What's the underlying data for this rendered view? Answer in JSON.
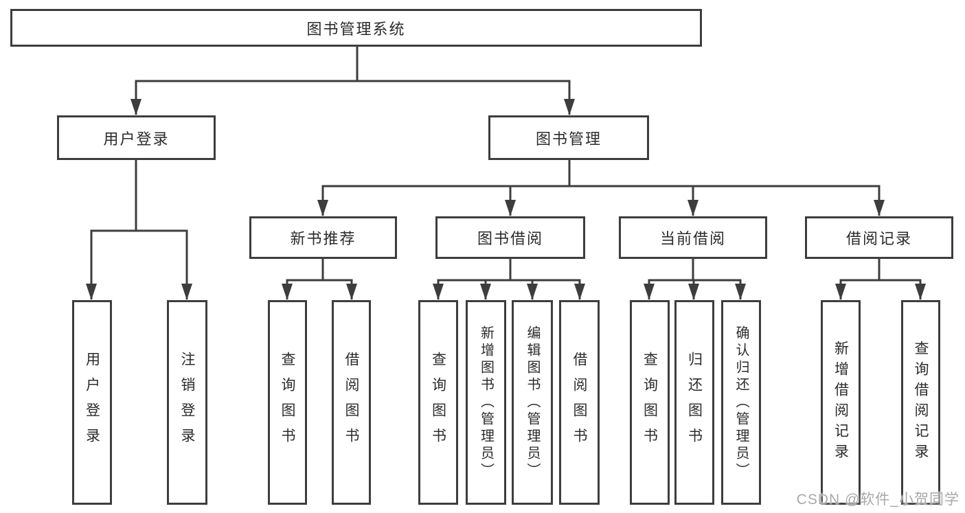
{
  "diagram_type": "function-structure-tree",
  "watermark": "CSDN @软件_小贺同学",
  "colors": {
    "background": "#ffffff",
    "line": "#3d3d3d",
    "box_border": "#3d3d3d",
    "text": "#2b2b2b",
    "watermark_text": "#a8a8a8"
  },
  "root": {
    "label": "图书管理系统"
  },
  "branches": [
    {
      "label": "用户登录",
      "children": [
        {
          "label": "用户登录"
        },
        {
          "label": "注销登录"
        }
      ]
    },
    {
      "label": "图书管理",
      "children": [
        {
          "label": "新书推荐",
          "children": [
            {
              "label": "查询图书"
            },
            {
              "label": "借阅图书"
            }
          ]
        },
        {
          "label": "图书借阅",
          "children": [
            {
              "label": "查询图书"
            },
            {
              "label": "新增图书（管理员）"
            },
            {
              "label": "编辑图书（管理员）"
            },
            {
              "label": "借阅图书"
            }
          ]
        },
        {
          "label": "当前借阅",
          "children": [
            {
              "label": "查询图书"
            },
            {
              "label": "归还图书"
            },
            {
              "label": "确认归还（管理员）"
            }
          ]
        },
        {
          "label": "借阅记录",
          "children": [
            {
              "label": "新增借阅记录"
            },
            {
              "label": "查询借阅记录"
            }
          ]
        }
      ]
    }
  ]
}
